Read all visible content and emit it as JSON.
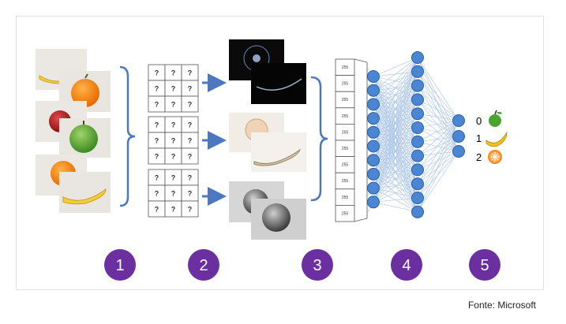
{
  "diagram": {
    "pixel_placeholder": "?",
    "cell_value": "255",
    "steps": [
      "1",
      "2",
      "3",
      "4",
      "5"
    ],
    "outputs": [
      {
        "index": "0",
        "icon": "apple-icon"
      },
      {
        "index": "1",
        "icon": "banana-icon"
      },
      {
        "index": "2",
        "icon": "orange-slice-icon"
      }
    ],
    "colors": {
      "step_circle": "#6b2fa0",
      "neuron": "#4a86d4",
      "connection": "#a9c4e6",
      "arrow": "#4b78c0"
    }
  },
  "source": "Fonte: Microsoft"
}
